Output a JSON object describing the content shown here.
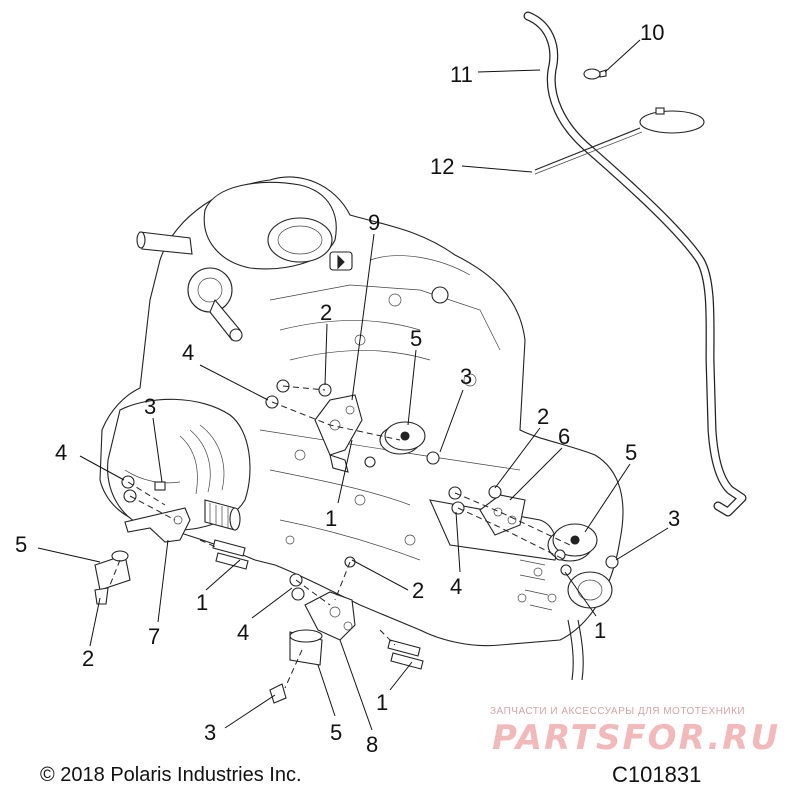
{
  "figure": {
    "copyright": "© 2018 Polaris Industries Inc.",
    "figure_id": "C101831"
  },
  "watermark": {
    "caption": "ЗАПЧАСТИ И АКСЕССУАРЫ ДЛЯ МОТОТЕХНИКИ",
    "brand": "PARTSFOR.RU"
  },
  "callouts": [
    {
      "id": "c10",
      "label": "10"
    },
    {
      "id": "c11",
      "label": "11"
    },
    {
      "id": "c12",
      "label": "12"
    },
    {
      "id": "c9",
      "label": "9"
    },
    {
      "id": "c2a",
      "label": "2"
    },
    {
      "id": "c5a",
      "label": "5"
    },
    {
      "id": "c3a",
      "label": "3"
    },
    {
      "id": "c4a",
      "label": "4"
    },
    {
      "id": "c3b",
      "label": "3"
    },
    {
      "id": "c4b",
      "label": "4"
    },
    {
      "id": "c2b",
      "label": "2"
    },
    {
      "id": "c6",
      "label": "6"
    },
    {
      "id": "c5b",
      "label": "5"
    },
    {
      "id": "c3c",
      "label": "3"
    },
    {
      "id": "c1a",
      "label": "1"
    },
    {
      "id": "c5c",
      "label": "5"
    },
    {
      "id": "c2c",
      "label": "2"
    },
    {
      "id": "c7",
      "label": "7"
    },
    {
      "id": "c1b",
      "label": "1"
    },
    {
      "id": "c4c",
      "label": "4"
    },
    {
      "id": "c2d",
      "label": "2"
    },
    {
      "id": "c4d",
      "label": "4"
    },
    {
      "id": "c1c",
      "label": "1"
    },
    {
      "id": "c1d",
      "label": "1"
    },
    {
      "id": "c3d",
      "label": "3"
    },
    {
      "id": "c5d",
      "label": "5"
    },
    {
      "id": "c8",
      "label": "8"
    }
  ]
}
